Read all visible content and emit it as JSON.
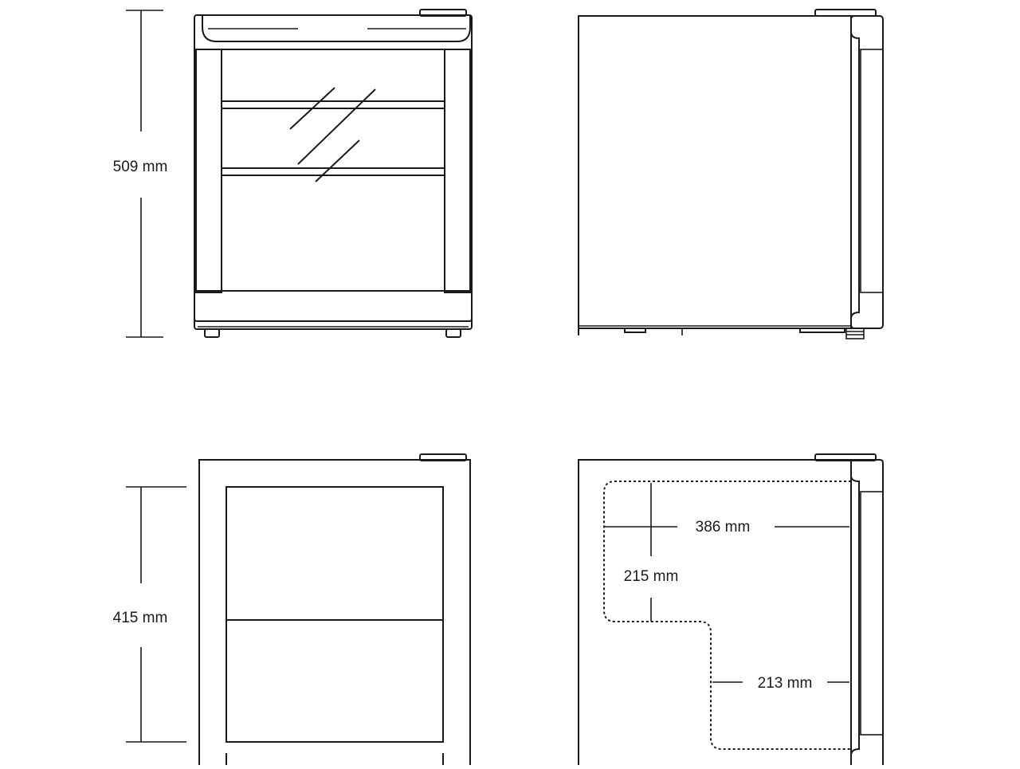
{
  "diagram": {
    "views": [
      {
        "id": "front-view-glass-door",
        "dimension_label": "509 mm"
      },
      {
        "id": "side-view-exterior"
      },
      {
        "id": "front-view-interior",
        "dimension_label": "415 mm"
      },
      {
        "id": "side-view-interior-section",
        "depth_label": "386 mm",
        "upper_height_label": "215 mm",
        "lower_depth_label": "213 mm"
      }
    ],
    "colors": {
      "line": "#1a1a1a",
      "background": "#ffffff"
    }
  }
}
